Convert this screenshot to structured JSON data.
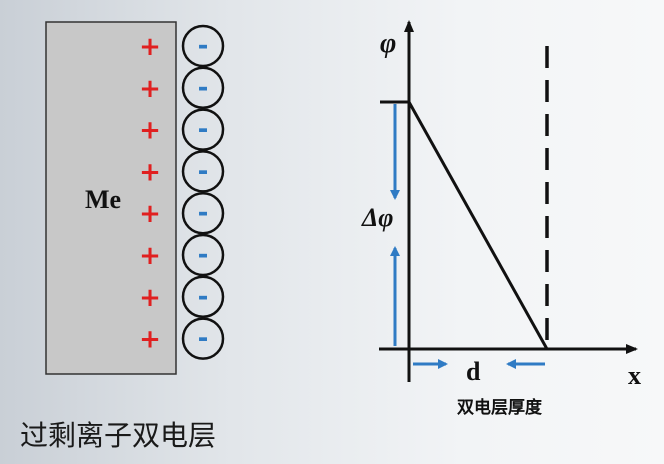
{
  "metal": {
    "label": "Me",
    "fill": "#c8c8c8"
  },
  "charges": {
    "positive_symbol": "+",
    "negative_symbol": "-",
    "positive_color": "#e02020",
    "negative_color": "#2f7bc4",
    "count": 8
  },
  "graph": {
    "y_label": "φ",
    "x_label": "x",
    "delta_label": "Δφ",
    "d_label": "d",
    "thickness_label": "双电层厚度",
    "arrow_color": "#2f7bc4"
  },
  "caption": "过剩离子双电层"
}
